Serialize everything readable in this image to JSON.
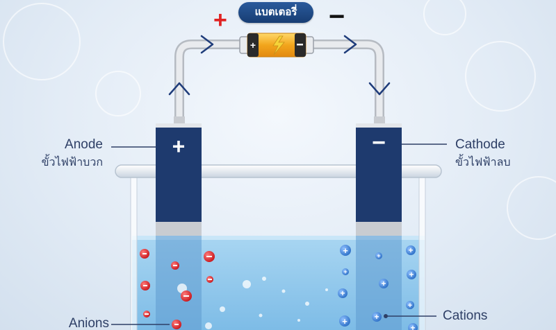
{
  "battery": {
    "label": "แบตเตอรี่",
    "positive_sign": "+",
    "negative_sign": "−"
  },
  "anode": {
    "label": "Anode",
    "sublabel": "ขั้วไฟฟ้าบวก",
    "sign": "+"
  },
  "cathode": {
    "label": "Cathode",
    "sublabel": "ขั้วไฟฟ้าลบ",
    "sign": "−"
  },
  "anions": {
    "label": "Anions"
  },
  "cations": {
    "label": "Cations"
  },
  "colors": {
    "electrode": "#1e3a6e",
    "wire": "#c9ccd1",
    "arrow": "#1f3c7a",
    "solution": "#8cc6ea",
    "anion": "#e0262b",
    "cation": "#3f82d6"
  }
}
